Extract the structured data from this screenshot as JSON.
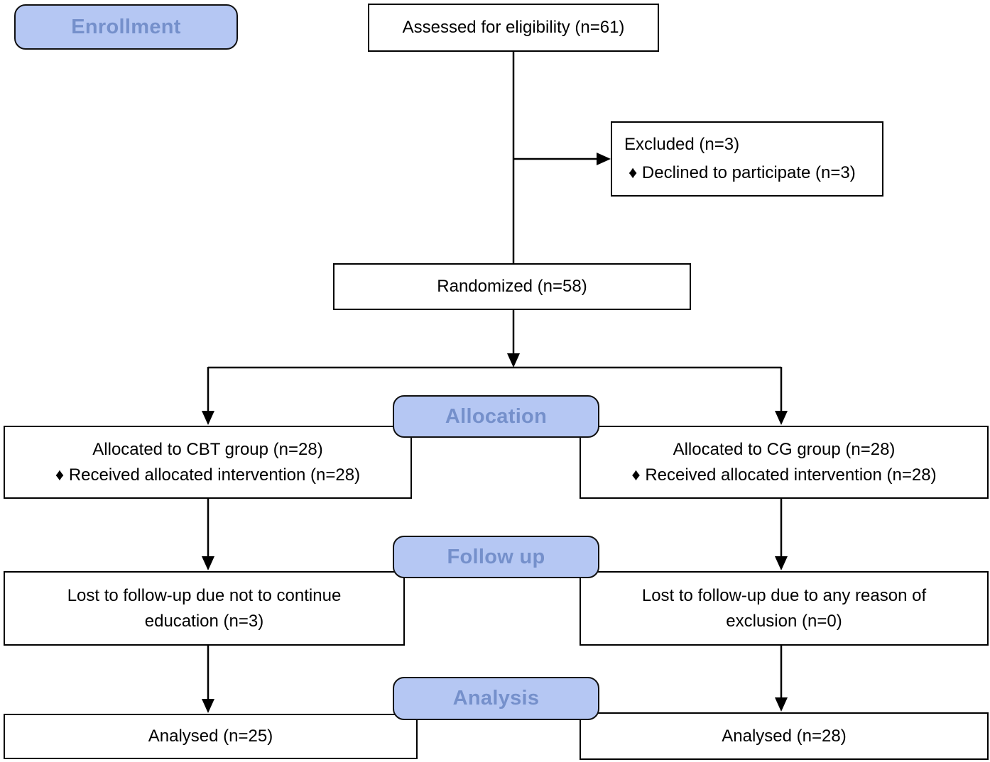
{
  "diagram": {
    "stage_labels": {
      "enrollment": "Enrollment",
      "allocation": "Allocation",
      "follow_up": "Follow up",
      "analysis": "Analysis"
    },
    "boxes": {
      "assessed": [
        "Assessed for eligibility (n=61)"
      ],
      "excluded": [
        "Excluded (n=3)",
        "♦ Declined to participate (n=3)"
      ],
      "randomized": [
        "Randomized (n=58)"
      ],
      "allocated_cbt": [
        "Allocated to CBT group (n=28)",
        "♦ Received allocated intervention (n=28)"
      ],
      "allocated_cg": [
        "Allocated to CG group (n=28)",
        "♦ Received allocated intervention (n=28)"
      ],
      "lost_cbt": [
        "Lost to follow-up due not to continue",
        "education (n=3)"
      ],
      "lost_cg": [
        "Lost to follow-up due to any reason of",
        "exclusion (n=0)"
      ],
      "analysed_cbt": [
        "Analysed (n=25)"
      ],
      "analysed_cg": [
        "Analysed (n=28)"
      ]
    },
    "colors": {
      "stage_fill": "#b5c7f3",
      "stage_text": "#7590cb",
      "line": "#000000",
      "box_fill": "#ffffff"
    }
  }
}
